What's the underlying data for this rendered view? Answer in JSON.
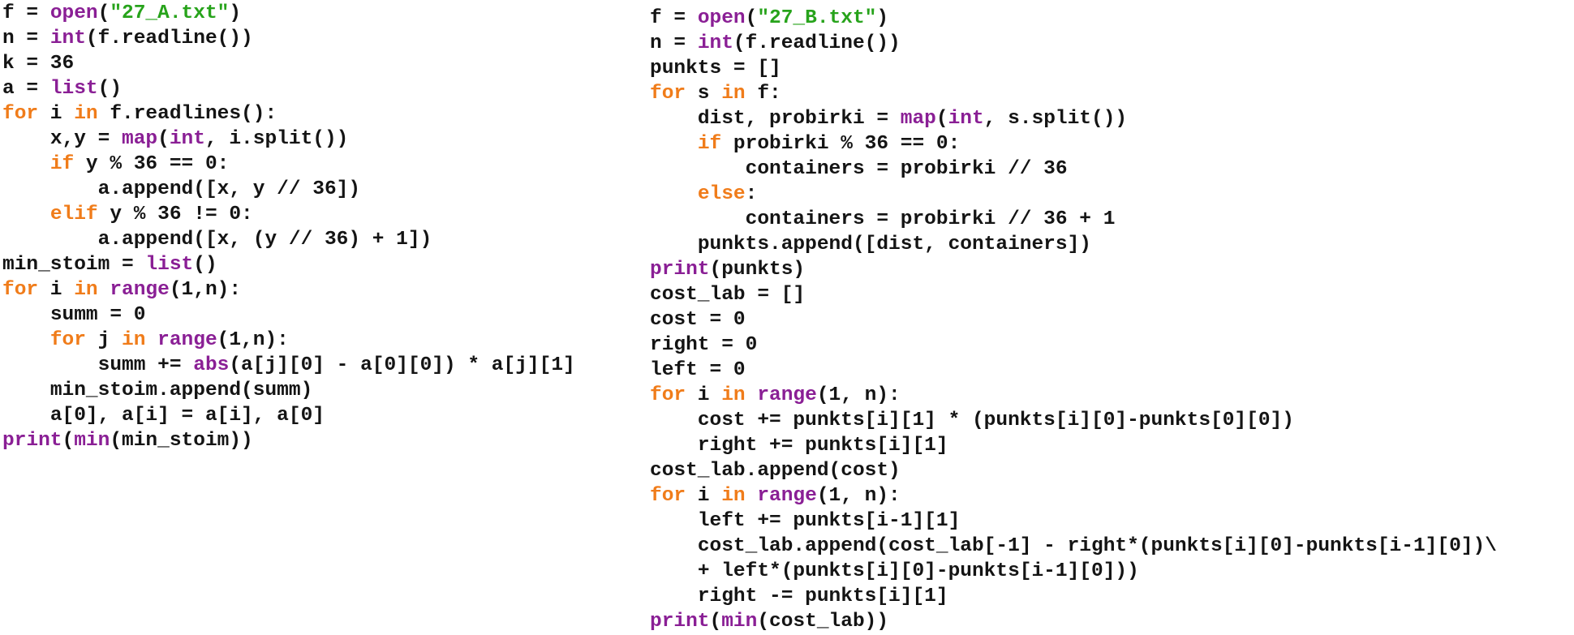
{
  "colors": {
    "keyword": "#f07c1a",
    "builtin": "#8a1f95",
    "string": "#27a31b",
    "text": "#141414",
    "background": "#ffffff"
  },
  "panes": [
    {
      "name": "code-pane-a",
      "lines": [
        {
          "indent": "",
          "tokens": [
            {
              "t": "pl",
              "v": "f = "
            },
            {
              "t": "bi",
              "v": "open"
            },
            {
              "t": "pl",
              "v": "("
            },
            {
              "t": "str",
              "v": "\"27_A.txt\""
            },
            {
              "t": "pl",
              "v": ")"
            }
          ]
        },
        {
          "indent": "",
          "tokens": [
            {
              "t": "pl",
              "v": "n = "
            },
            {
              "t": "bi",
              "v": "int"
            },
            {
              "t": "pl",
              "v": "(f.readline())"
            }
          ]
        },
        {
          "indent": "",
          "tokens": [
            {
              "t": "pl",
              "v": "k = 36"
            }
          ]
        },
        {
          "indent": "",
          "tokens": [
            {
              "t": "pl",
              "v": "a = "
            },
            {
              "t": "bi",
              "v": "list"
            },
            {
              "t": "pl",
              "v": "()"
            }
          ]
        },
        {
          "indent": "",
          "tokens": [
            {
              "t": "kw",
              "v": "for"
            },
            {
              "t": "pl",
              "v": " i "
            },
            {
              "t": "kw",
              "v": "in"
            },
            {
              "t": "pl",
              "v": " f.readlines():"
            }
          ]
        },
        {
          "indent": "    ",
          "tokens": [
            {
              "t": "pl",
              "v": "x,y = "
            },
            {
              "t": "bi",
              "v": "map"
            },
            {
              "t": "pl",
              "v": "("
            },
            {
              "t": "bi",
              "v": "int"
            },
            {
              "t": "pl",
              "v": ", i.split())"
            }
          ]
        },
        {
          "indent": "    ",
          "tokens": [
            {
              "t": "kw",
              "v": "if"
            },
            {
              "t": "pl",
              "v": " y % 36 == 0:"
            }
          ]
        },
        {
          "indent": "        ",
          "tokens": [
            {
              "t": "pl",
              "v": "a.append([x, y // 36])"
            }
          ]
        },
        {
          "indent": "    ",
          "tokens": [
            {
              "t": "kw",
              "v": "elif"
            },
            {
              "t": "pl",
              "v": " y % 36 != 0:"
            }
          ]
        },
        {
          "indent": "        ",
          "tokens": [
            {
              "t": "pl",
              "v": "a.append([x, (y // 36) + 1])"
            }
          ]
        },
        {
          "indent": "",
          "tokens": [
            {
              "t": "pl",
              "v": "min_stoim = "
            },
            {
              "t": "bi",
              "v": "list"
            },
            {
              "t": "pl",
              "v": "()"
            }
          ]
        },
        {
          "indent": "",
          "tokens": [
            {
              "t": "kw",
              "v": "for"
            },
            {
              "t": "pl",
              "v": " i "
            },
            {
              "t": "kw",
              "v": "in"
            },
            {
              "t": "pl",
              "v": " "
            },
            {
              "t": "bi",
              "v": "range"
            },
            {
              "t": "pl",
              "v": "(1,n):"
            }
          ]
        },
        {
          "indent": "    ",
          "tokens": [
            {
              "t": "pl",
              "v": "summ = 0"
            }
          ]
        },
        {
          "indent": "    ",
          "tokens": [
            {
              "t": "kw",
              "v": "for"
            },
            {
              "t": "pl",
              "v": " j "
            },
            {
              "t": "kw",
              "v": "in"
            },
            {
              "t": "pl",
              "v": " "
            },
            {
              "t": "bi",
              "v": "range"
            },
            {
              "t": "pl",
              "v": "(1,n):"
            }
          ]
        },
        {
          "indent": "        ",
          "tokens": [
            {
              "t": "pl",
              "v": "summ += "
            },
            {
              "t": "bi",
              "v": "abs"
            },
            {
              "t": "pl",
              "v": "(a[j][0] - a[0][0]) * a[j][1]"
            }
          ]
        },
        {
          "indent": "    ",
          "tokens": [
            {
              "t": "pl",
              "v": "min_stoim.append(summ)"
            }
          ]
        },
        {
          "indent": "    ",
          "tokens": [
            {
              "t": "pl",
              "v": "a[0], a[i] = a[i], a[0]"
            }
          ]
        },
        {
          "indent": "",
          "tokens": [
            {
              "t": "bi",
              "v": "print"
            },
            {
              "t": "pl",
              "v": "("
            },
            {
              "t": "bi",
              "v": "min"
            },
            {
              "t": "pl",
              "v": "(min_stoim))"
            }
          ]
        }
      ]
    },
    {
      "name": "code-pane-b",
      "lines": [
        {
          "indent": "",
          "tokens": [
            {
              "t": "pl",
              "v": "f = "
            },
            {
              "t": "bi",
              "v": "open"
            },
            {
              "t": "pl",
              "v": "("
            },
            {
              "t": "str",
              "v": "\"27_B.txt\""
            },
            {
              "t": "pl",
              "v": ")"
            }
          ]
        },
        {
          "indent": "",
          "tokens": [
            {
              "t": "pl",
              "v": "n = "
            },
            {
              "t": "bi",
              "v": "int"
            },
            {
              "t": "pl",
              "v": "(f.readline())"
            }
          ]
        },
        {
          "indent": "",
          "tokens": [
            {
              "t": "pl",
              "v": "punkts = []"
            }
          ]
        },
        {
          "indent": "",
          "tokens": [
            {
              "t": "kw",
              "v": "for"
            },
            {
              "t": "pl",
              "v": " s "
            },
            {
              "t": "kw",
              "v": "in"
            },
            {
              "t": "pl",
              "v": " f:"
            }
          ]
        },
        {
          "indent": "    ",
          "tokens": [
            {
              "t": "pl",
              "v": "dist, probirki = "
            },
            {
              "t": "bi",
              "v": "map"
            },
            {
              "t": "pl",
              "v": "("
            },
            {
              "t": "bi",
              "v": "int"
            },
            {
              "t": "pl",
              "v": ", s.split())"
            }
          ]
        },
        {
          "indent": "    ",
          "tokens": [
            {
              "t": "kw",
              "v": "if"
            },
            {
              "t": "pl",
              "v": " probirki % 36 == 0:"
            }
          ]
        },
        {
          "indent": "        ",
          "tokens": [
            {
              "t": "pl",
              "v": "containers = probirki // 36"
            }
          ]
        },
        {
          "indent": "    ",
          "tokens": [
            {
              "t": "kw",
              "v": "else"
            },
            {
              "t": "pl",
              "v": ":"
            }
          ]
        },
        {
          "indent": "        ",
          "tokens": [
            {
              "t": "pl",
              "v": "containers = probirki // 36 + 1"
            }
          ]
        },
        {
          "indent": "    ",
          "tokens": [
            {
              "t": "pl",
              "v": "punkts.append([dist, containers])"
            }
          ]
        },
        {
          "indent": "",
          "tokens": [
            {
              "t": "bi",
              "v": "print"
            },
            {
              "t": "pl",
              "v": "(punkts)"
            }
          ]
        },
        {
          "indent": "",
          "tokens": [
            {
              "t": "pl",
              "v": "cost_lab = []"
            }
          ]
        },
        {
          "indent": "",
          "tokens": [
            {
              "t": "pl",
              "v": "cost = 0"
            }
          ]
        },
        {
          "indent": "",
          "tokens": [
            {
              "t": "pl",
              "v": "right = 0"
            }
          ]
        },
        {
          "indent": "",
          "tokens": [
            {
              "t": "pl",
              "v": "left = 0"
            }
          ]
        },
        {
          "indent": "",
          "tokens": [
            {
              "t": "kw",
              "v": "for"
            },
            {
              "t": "pl",
              "v": " i "
            },
            {
              "t": "kw",
              "v": "in"
            },
            {
              "t": "pl",
              "v": " "
            },
            {
              "t": "bi",
              "v": "range"
            },
            {
              "t": "pl",
              "v": "(1, n):"
            }
          ]
        },
        {
          "indent": "    ",
          "tokens": [
            {
              "t": "pl",
              "v": "cost += punkts[i][1] * (punkts[i][0]-punkts[0][0])"
            }
          ]
        },
        {
          "indent": "    ",
          "tokens": [
            {
              "t": "pl",
              "v": "right += punkts[i][1]"
            }
          ]
        },
        {
          "indent": "",
          "tokens": [
            {
              "t": "pl",
              "v": "cost_lab.append(cost)"
            }
          ]
        },
        {
          "indent": "",
          "tokens": [
            {
              "t": "kw",
              "v": "for"
            },
            {
              "t": "pl",
              "v": " i "
            },
            {
              "t": "kw",
              "v": "in"
            },
            {
              "t": "pl",
              "v": " "
            },
            {
              "t": "bi",
              "v": "range"
            },
            {
              "t": "pl",
              "v": "(1, n):"
            }
          ]
        },
        {
          "indent": "    ",
          "tokens": [
            {
              "t": "pl",
              "v": "left += punkts[i-1][1]"
            }
          ]
        },
        {
          "indent": "    ",
          "tokens": [
            {
              "t": "pl",
              "v": "cost_lab.append(cost_lab[-1] - right*(punkts[i][0]-punkts[i-1][0])\\"
            }
          ]
        },
        {
          "indent": "    ",
          "tokens": [
            {
              "t": "pl",
              "v": "+ left*(punkts[i][0]-punkts[i-1][0]))"
            }
          ]
        },
        {
          "indent": "    ",
          "tokens": [
            {
              "t": "pl",
              "v": "right -= punkts[i][1]"
            }
          ]
        },
        {
          "indent": "",
          "tokens": [
            {
              "t": "bi",
              "v": "print"
            },
            {
              "t": "pl",
              "v": "("
            },
            {
              "t": "bi",
              "v": "min"
            },
            {
              "t": "pl",
              "v": "(cost_lab))"
            }
          ]
        }
      ]
    }
  ]
}
